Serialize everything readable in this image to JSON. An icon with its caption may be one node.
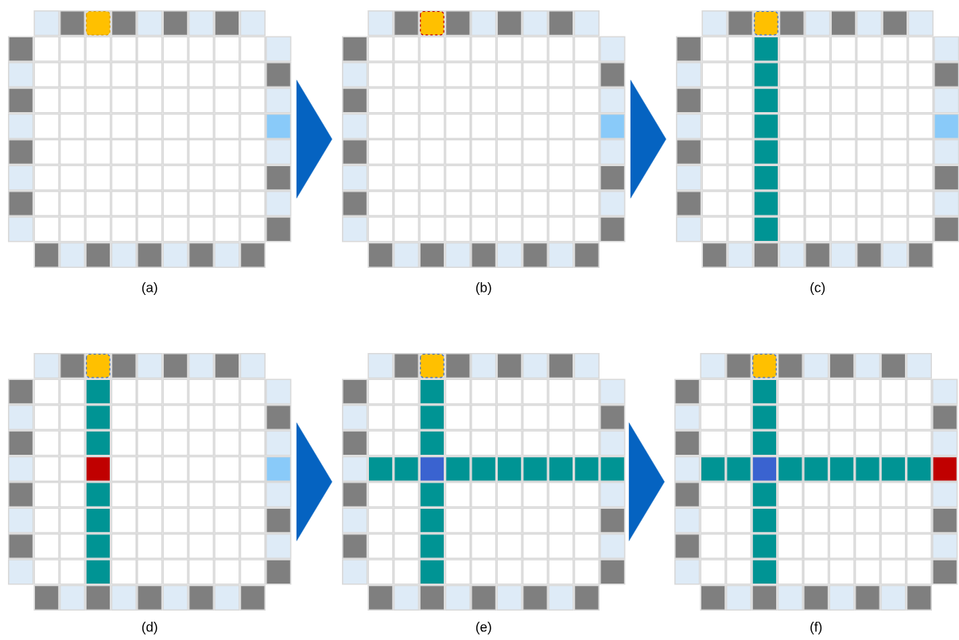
{
  "diagram": {
    "nodes": [
      {
        "text": [
          "(a)"
        ]
      },
      {
        "text": [
          "(b)"
        ]
      },
      {
        "text": [
          "(c)"
        ]
      },
      {
        "text": [
          "(d)"
        ]
      },
      {
        "text": [
          "(e)"
        ]
      },
      {
        "text": [
          "(f)"
        ]
      }
    ],
    "edges": [
      {
        "from": 0,
        "to": 1,
        "arrow": "to"
      },
      {
        "from": 1,
        "to": 2,
        "arrow": "to"
      },
      {
        "from": 3,
        "to": 4,
        "arrow": "to"
      },
      {
        "from": 4,
        "to": 5,
        "arrow": "to"
      }
    ]
  }
}
